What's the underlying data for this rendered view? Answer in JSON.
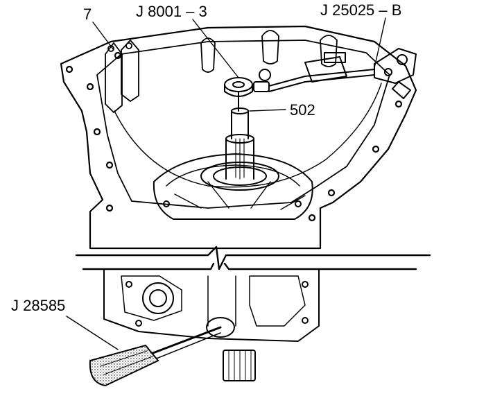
{
  "colors": {
    "ink": "#000000",
    "paper": "#ffffff",
    "shade": "#d8d8d8"
  },
  "callouts": {
    "part_7": "7",
    "tool_j8001_3": "J 8001 – 3",
    "tool_j25025_b": "J 25025 – B",
    "part_502": "502",
    "tool_j28585": "J 28585"
  }
}
